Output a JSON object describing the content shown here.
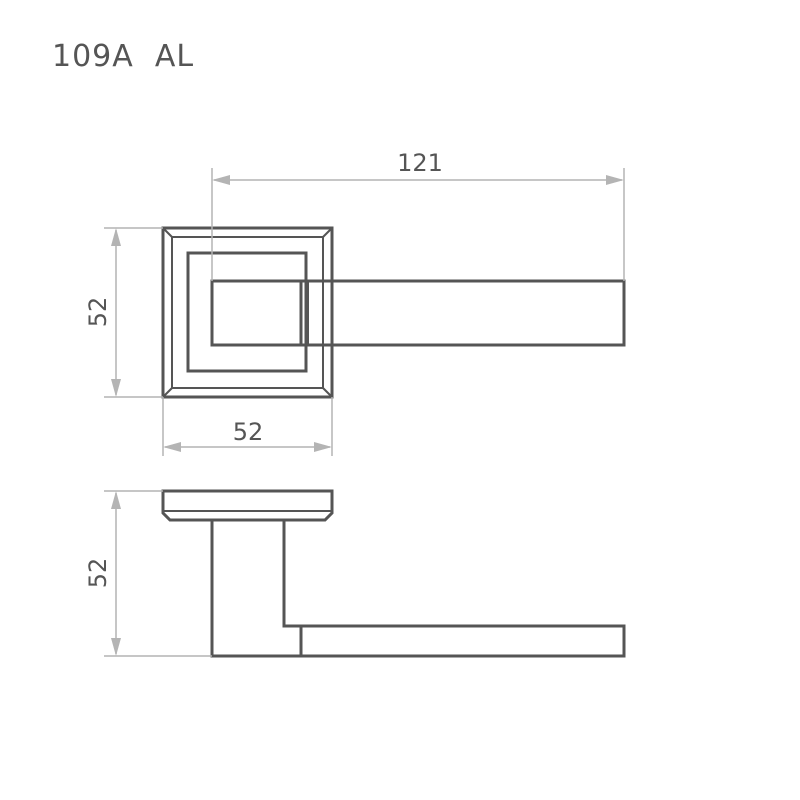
{
  "title": "109A  AL",
  "dimensions": {
    "length_top": "121",
    "height_front": "52",
    "width_front": "52",
    "height_side": "52"
  },
  "colors": {
    "line": "#555555",
    "dimension": "#b4b4b4",
    "background": "#ffffff"
  }
}
